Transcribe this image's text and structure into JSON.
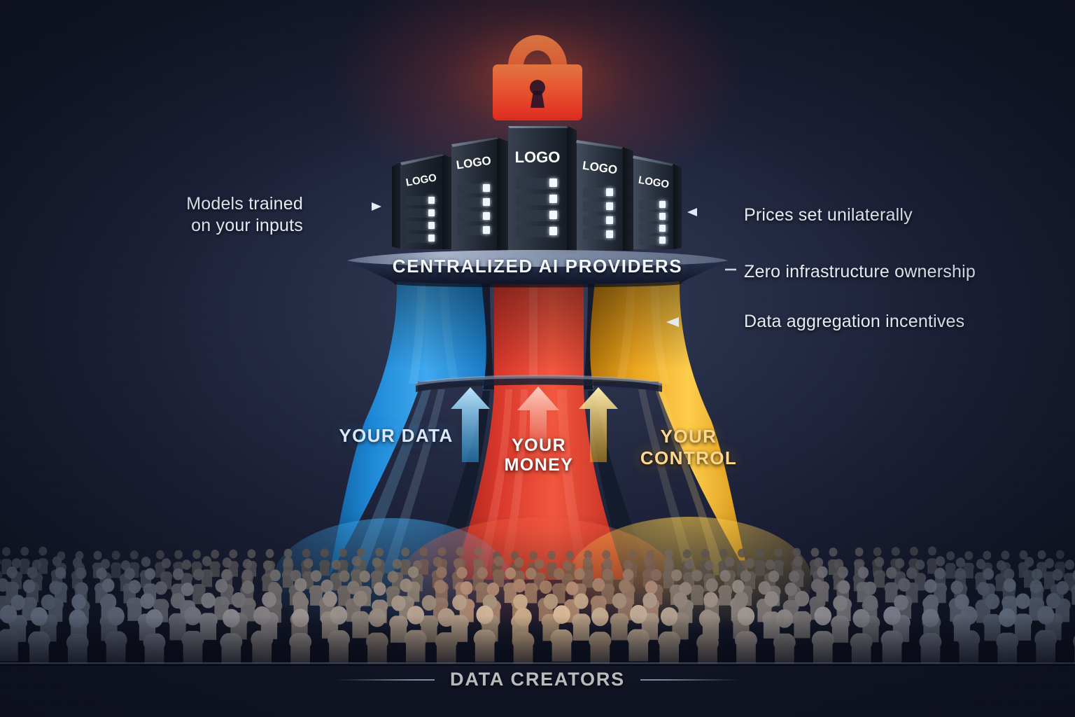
{
  "diagram": {
    "title": "Centralized AI Providers funnel",
    "background_color": "#1c2138",
    "floor_divider_color": "#6b7a96"
  },
  "top_icon": {
    "name": "padlock-icon",
    "color_top": "#ff7a3c",
    "color_bottom": "#e23322",
    "glow_color": "#ff4a2a"
  },
  "servers": {
    "tower_label": "LOGO",
    "towers": [
      {
        "label": "LOGO"
      },
      {
        "label": "LOGO"
      },
      {
        "label": "LOGO"
      },
      {
        "label": "LOGO"
      },
      {
        "label": "LOGO"
      }
    ],
    "led_color": "#f2f8ff"
  },
  "platform": {
    "label": "CENTRALIZED AI PROVIDERS",
    "fill_color": "#1b2239",
    "edge_color": "#8f9fbb"
  },
  "annotations": {
    "left": [
      {
        "text": "Models trained\non your inputs",
        "arrow": "right"
      }
    ],
    "right": [
      {
        "text": "Prices set unilaterally",
        "arrow": "left"
      },
      {
        "text": "Zero infrastructure ownership",
        "arrow": "dash"
      },
      {
        "text": "Data aggregation incentives",
        "arrow": "left"
      }
    ]
  },
  "streams": [
    {
      "label": "YOUR DATA",
      "color": "#2192e6",
      "color_light": "#57bdf5",
      "color_dark": "#1268ad",
      "direction": "up"
    },
    {
      "label": "YOUR\nMONEY",
      "label_line1": "YOUR",
      "label_line2": "MONEY",
      "color": "#dc3b2c",
      "color_light": "#f4705c",
      "color_dark": "#a8241c",
      "direction": "up"
    },
    {
      "label": "YOUR CONTROL",
      "color": "#edaa22",
      "color_light": "#ffd051",
      "color_dark": "#b97a0d",
      "direction": "up"
    }
  ],
  "crowd": {
    "caption": "DATA CREATORS",
    "figure_count_approx": 240,
    "cool_tint": "#7f8aa3",
    "warm_tint": "#e9c49a"
  }
}
